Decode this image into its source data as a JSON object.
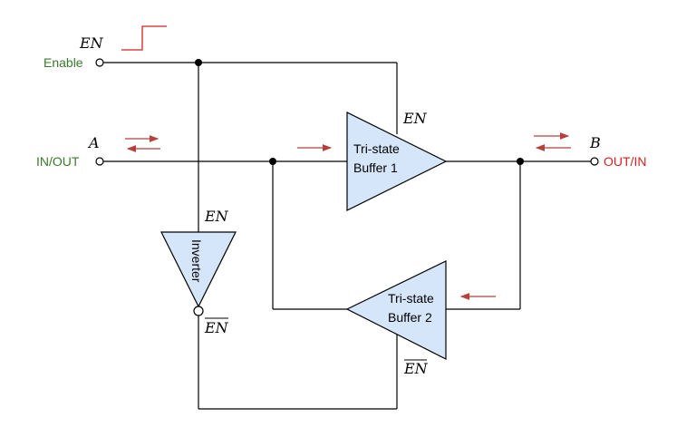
{
  "ports": {
    "enable": {
      "label": "Enable",
      "signal": "EN",
      "color": "#3a7a2c"
    },
    "a": {
      "label": "IN/OUT",
      "signal": "A",
      "color": "#3a7a2c"
    },
    "b": {
      "label": "OUT/IN",
      "signal": "B",
      "color": "#d42020"
    }
  },
  "buffer1": {
    "line1": "Tri-state",
    "line2": "Buffer 1",
    "enable": "EN"
  },
  "buffer2": {
    "line1": "Tri-state",
    "line2": "Buffer 2",
    "enable": "EN"
  },
  "inverter": {
    "label": "Inverter",
    "input": "EN",
    "output": "EN"
  },
  "colors": {
    "fill": "#d6e6fa",
    "arrow": "#b5403c",
    "step": "#d42020"
  }
}
